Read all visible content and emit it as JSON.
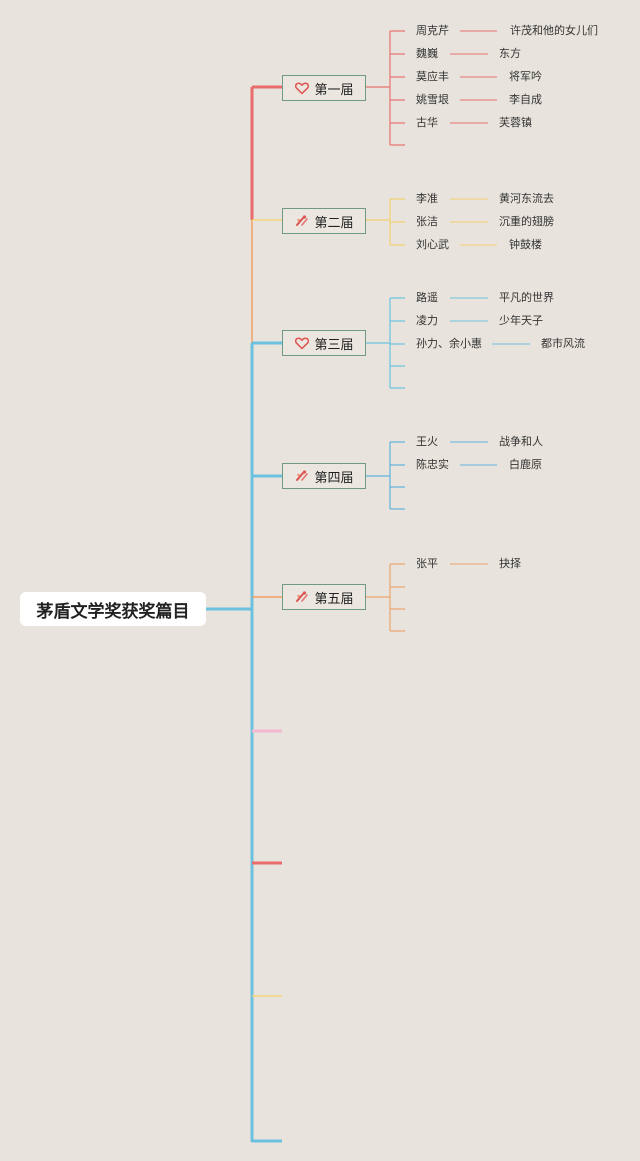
{
  "root": {
    "title": "茅盾文学奖获奖篇目"
  },
  "branches": [
    {
      "label": "第一届",
      "icon": "heart-icon",
      "color": "#e8716f",
      "entries": [
        {
          "author": "周克芹",
          "work": "许茂和他的女儿们"
        },
        {
          "author": "魏巍",
          "work": "东方"
        },
        {
          "author": "莫应丰",
          "work": "将军吟"
        },
        {
          "author": "姚雪垠",
          "work": "李自成"
        },
        {
          "author": "古华",
          "work": "芙蓉镇"
        }
      ]
    },
    {
      "label": "第二届",
      "icon": "tools-icon",
      "color": "#f2cf72",
      "entries": [
        {
          "author": "李准",
          "work": "黄河东流去"
        },
        {
          "author": "张洁",
          "work": "沉重的翅膀"
        },
        {
          "author": "刘心武",
          "work": "钟鼓楼"
        }
      ]
    },
    {
      "label": "第三届",
      "icon": "heart-icon",
      "color": "#6cc2de",
      "entries": [
        {
          "author": "路遥",
          "work": "平凡的世界"
        },
        {
          "author": "凌力",
          "work": "少年天子"
        },
        {
          "author": "孙力、余小惠",
          "work": "都市风流"
        }
      ]
    },
    {
      "label": "第四届",
      "icon": "tools-icon",
      "color": "#5fb3dd",
      "entries": [
        {
          "author": "王火",
          "work": "战争和人"
        },
        {
          "author": "陈忠实",
          "work": "白鹿原"
        }
      ]
    },
    {
      "label": "第五届",
      "icon": "tools-icon",
      "color": "#eda56f",
      "entries": [
        {
          "author": "张平",
          "work": "抉择"
        }
      ]
    }
  ],
  "colors": {
    "background": "#e8e4dd",
    "node_border": "#6f9a86",
    "heart": "#e0534f",
    "tools": "#e0534f",
    "spine_blue": "#6cc2de",
    "spine_red": "#ea6b6b",
    "spine_orange": "#f0a060",
    "spine_pink": "#f2b8cf",
    "spine_yellow": "#f2d77a"
  }
}
